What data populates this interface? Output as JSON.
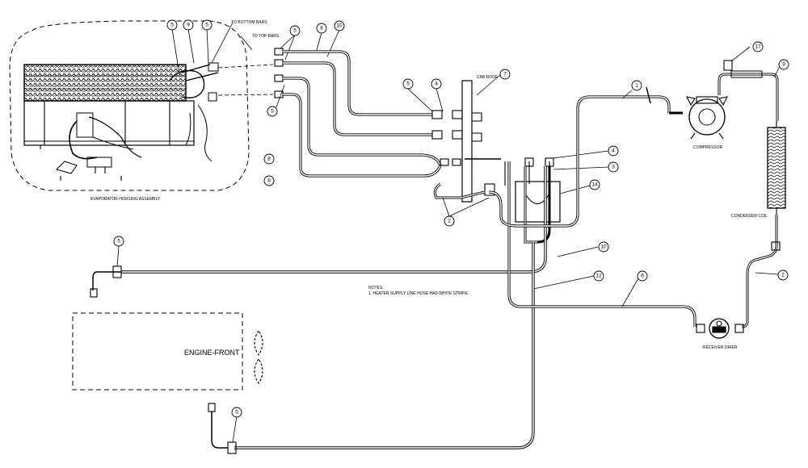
{
  "labels": {
    "to_bottom_bars": "TO BOTTOM BARS",
    "to_top_bars": "TO TOP BARS",
    "evaporator_housing": "EVAPORATOR HOUSING ASSEMBLY",
    "cab_roof": "CAB ROOF",
    "compressor": "COMPRESSOR",
    "condenser_coil": "CONDENSER COIL",
    "receiver_drier": "RECEIVER DRIER",
    "engine_front": "ENGINE-FRONT",
    "notes_title": "NOTES:",
    "notes_line1": "1.  HEATER SUPPLY LINE HOSE HAS WHITE STRIPE."
  },
  "callouts": {
    "c_5a": "5",
    "c_9a": "9",
    "c_5b": "5",
    "c_5c": "5",
    "c_8a": "8",
    "c_10a": "10",
    "c_5d": "5",
    "c_8b": "8",
    "c_8c": "8",
    "c_5e": "5",
    "c_4a": "4",
    "c_7": "7",
    "c_2a": "2",
    "c_4b": "4",
    "c_3": "3",
    "c_14": "14",
    "c_2b": "2",
    "c_17": "17",
    "c_1": "1",
    "c_10b": "10",
    "c_12": "12",
    "c_6": "6",
    "c_9b": "9",
    "c_5f": "5",
    "c_5g": "5"
  }
}
